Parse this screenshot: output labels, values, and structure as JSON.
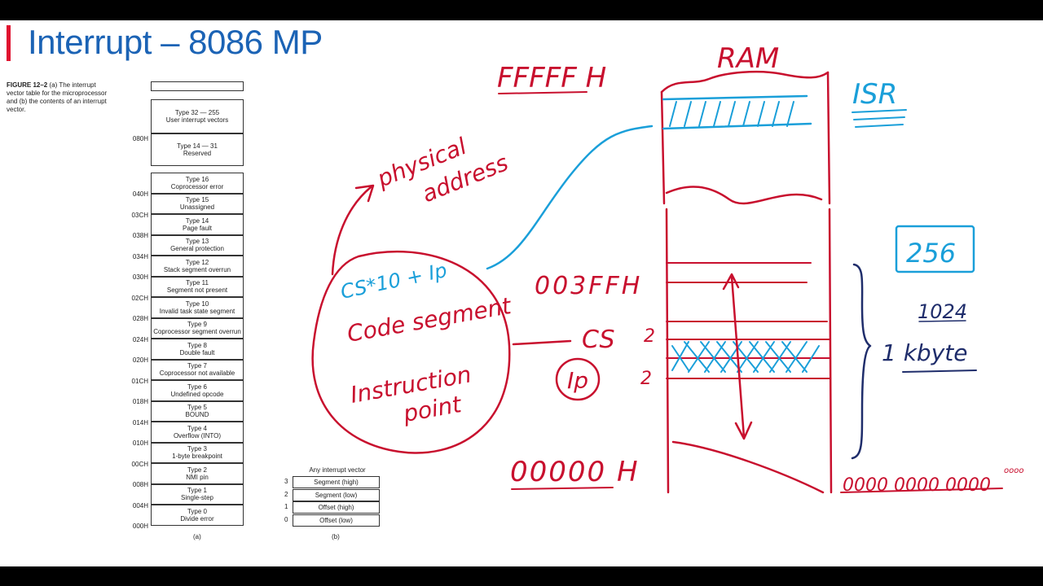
{
  "slide": {
    "title": "Interrupt – 8086 MP"
  },
  "figure": {
    "caption_label": "FIGURE 12–2",
    "caption_text": "(a) The interrupt vector table for the microprocessor and (b) the contents of an interrupt vector.",
    "table_a_label": "(a)",
    "table_b_label": "(b)",
    "table_rows": [
      {
        "line1": "Type 32 — 255",
        "line2": "User interrupt vectors"
      },
      {
        "line1": "Type 14 — 31",
        "line2": "Reserved"
      },
      {
        "line1": "Type 16",
        "line2": "Coprocessor error"
      },
      {
        "line1": "Type 15",
        "line2": "Unassigned"
      },
      {
        "line1": "Type 14",
        "line2": "Page fault"
      },
      {
        "line1": "Type 13",
        "line2": "General protection"
      },
      {
        "line1": "Type 12",
        "line2": "Stack segment overrun"
      },
      {
        "line1": "Type 11",
        "line2": "Segment not present"
      },
      {
        "line1": "Type 10",
        "line2": "Invalid task state segment"
      },
      {
        "line1": "Type 9",
        "line2": "Coprocessor segment overrun"
      },
      {
        "line1": "Type 8",
        "line2": "Double fault"
      },
      {
        "line1": "Type 7",
        "line2": "Coprocessor not available"
      },
      {
        "line1": "Type 6",
        "line2": "Undefined opcode"
      },
      {
        "line1": "Type 5",
        "line2": "BOUND"
      },
      {
        "line1": "Type 4",
        "line2": "Overflow (INTO)"
      },
      {
        "line1": "Type 3",
        "line2": "1-byte breakpoint"
      },
      {
        "line1": "Type 2",
        "line2": "NMI pin"
      },
      {
        "line1": "Type 1",
        "line2": "Single-step"
      },
      {
        "line1": "Type 0",
        "line2": "Divide error"
      }
    ],
    "addresses": [
      "080H",
      "040H",
      "03CH",
      "038H",
      "034H",
      "030H",
      "02CH",
      "028H",
      "024H",
      "020H",
      "01CH",
      "018H",
      "014H",
      "010H",
      "00CH",
      "008H",
      "004H",
      "000H"
    ],
    "vector_title": "Any interrupt vector",
    "vector_rows": [
      {
        "index": "3",
        "label": "Segment (high)"
      },
      {
        "index": "2",
        "label": "Segment (low)"
      },
      {
        "index": "1",
        "label": "Offset (high)"
      },
      {
        "index": "0",
        "label": "Offset (low)"
      }
    ]
  },
  "annotations": {
    "ram_label": "RAM",
    "top_address": "FFFFF H",
    "isr_label": "ISR",
    "physical_address": "physical address",
    "formula": "CS*10 + Ip",
    "code_segment": "Code segment",
    "instruction_point": "Instruction point",
    "ivt_top": "003FFH",
    "cs_label": "CS",
    "ip_label": "Ip",
    "bottom_address": "00000 H",
    "count_256": "256",
    "count_1024": "1024",
    "kbyte": "1 kbyte",
    "binary_zeros": "0000 0000 0000",
    "two_mark": "2",
    "colors": {
      "red": "#c8102e",
      "blue": "#1a9fd9",
      "navy": "#1f2d6b",
      "title_blue": "#1b63b5"
    }
  }
}
